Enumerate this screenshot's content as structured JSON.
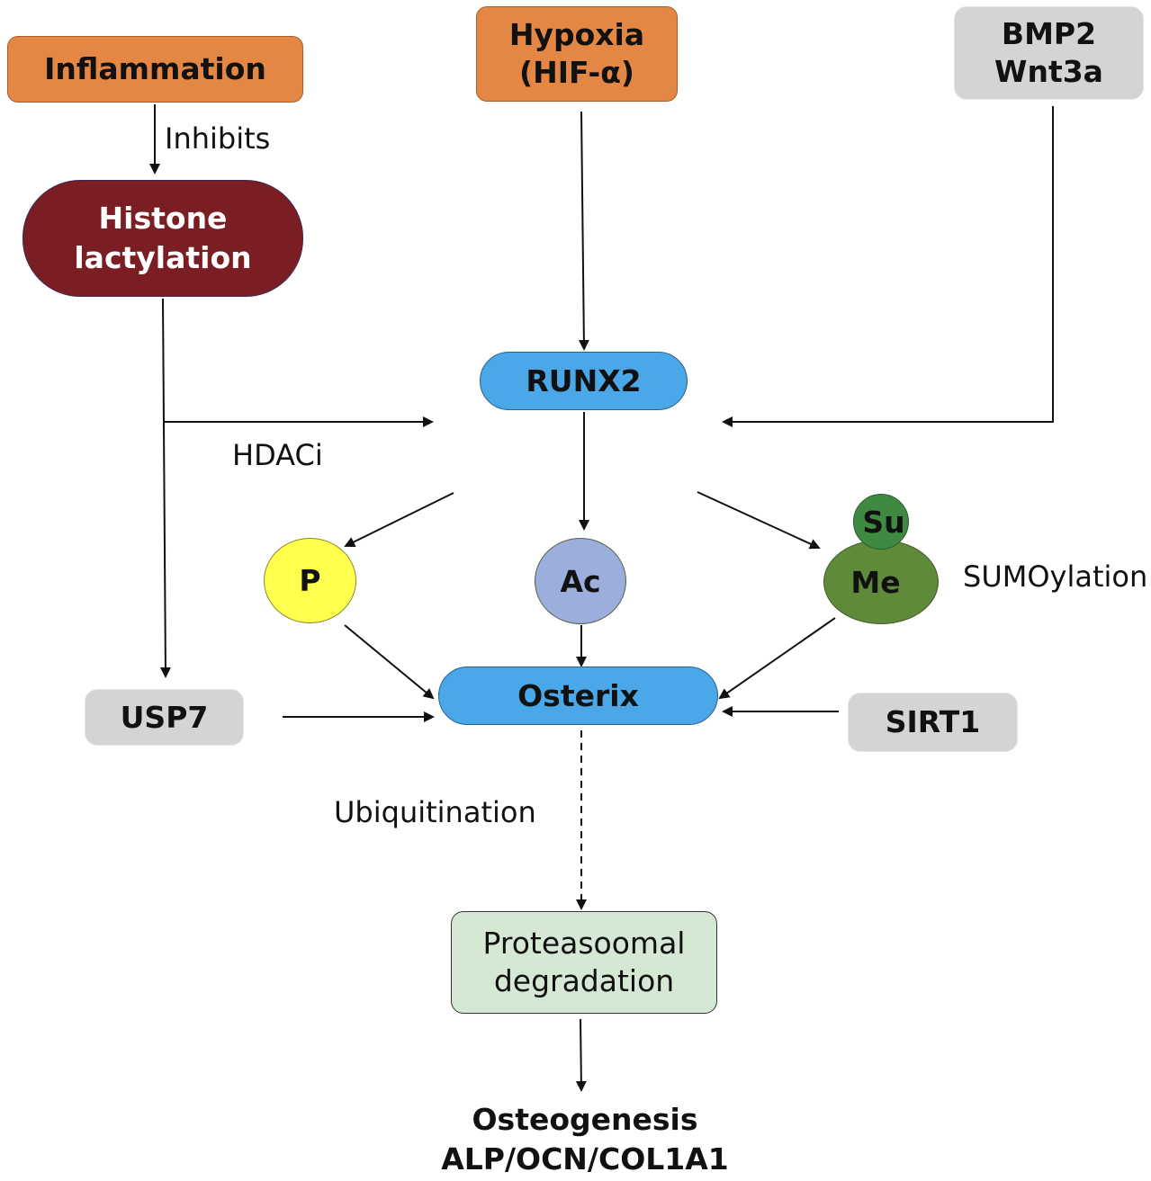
{
  "nodes": {
    "inflammation": "Inflammation",
    "hypoxia": [
      "Hypoxia",
      "(HIF-α)"
    ],
    "bmp2_wnt3a": [
      "BMP2",
      "Wnt3a"
    ],
    "histone_lactylation": [
      "Histone",
      "lactylation"
    ],
    "runx2": "RUNX2",
    "phospho": "P",
    "acetyl": "Ac",
    "sumo": "Su",
    "methyl": "Me",
    "osterix": "Osterix",
    "usp7": "USP7",
    "sirt1": "SIRT1",
    "proteasome": [
      "Proteasoomal",
      "degradation"
    ],
    "outcome": [
      "Osteogenesis",
      "ALP/OCN/COL1A1"
    ]
  },
  "edge_labels": {
    "inhibits": "Inhibits",
    "hdaci": "HDACi",
    "sumoylation": "SUMOylation",
    "ubiquitination": "Ubiquitination"
  },
  "colors": {
    "orange": "#e48744",
    "grey": "#d4d3d6",
    "histone": "#7b1e24",
    "blue": "#4aa8e8",
    "phospho": "#ffff4d",
    "acetyl": "#9baedc",
    "sumo": "#3f8a40",
    "methyl": "#5f8a3a",
    "proteasome": "#d5e8d4"
  }
}
